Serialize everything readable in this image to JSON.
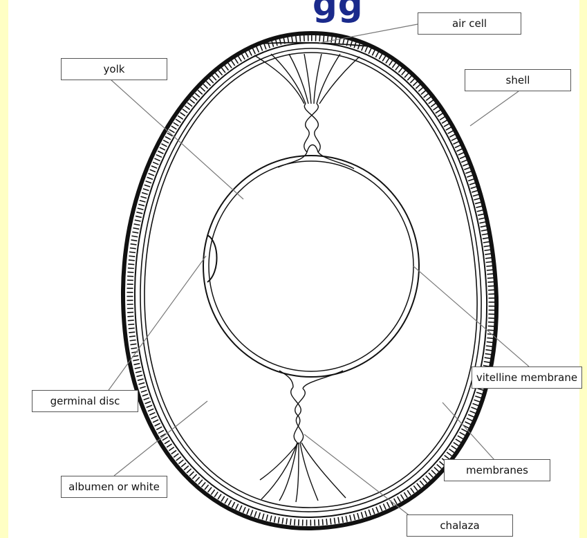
{
  "header": {
    "title_fragment": "gg"
  },
  "labels": {
    "air_cell": "air cell",
    "yolk": "yolk",
    "shell": "shell",
    "vitelline_membrane": "vitelline membrane",
    "germinal_disc": "germinal disc",
    "membranes": "membranes",
    "albumen_or_white": "albumen or white",
    "chalaza": "chalaza"
  },
  "colors": {
    "background": "#ffffc4",
    "title": "#1a2a8c",
    "line": "#111111",
    "leader": "#777777"
  }
}
